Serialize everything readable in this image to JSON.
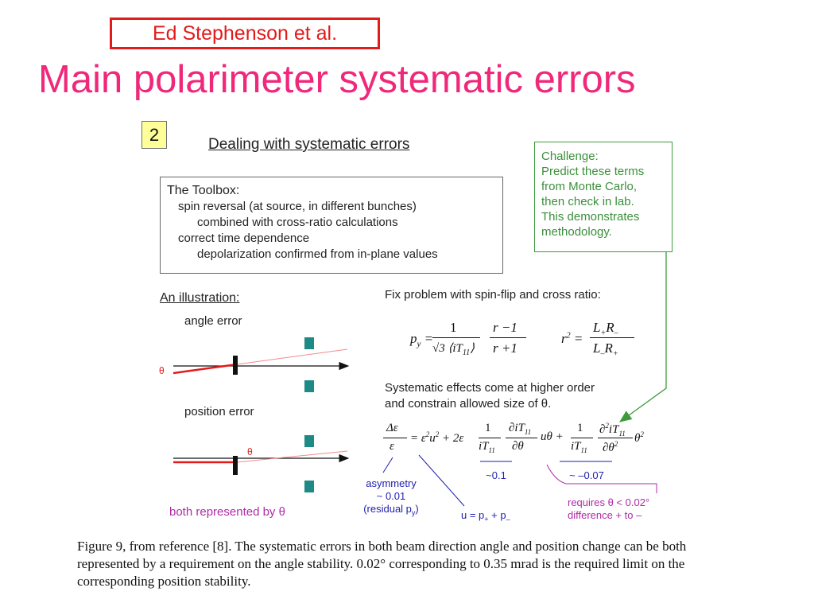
{
  "author": "Ed Stephenson et al.",
  "title": "Main polarimeter systematic errors",
  "slide_number": "2",
  "heading": "Dealing with systematic errors",
  "toolbox": {
    "title": "The Toolbox:",
    "lines": [
      "spin reversal (at source, in different bunches)",
      "combined with cross-ratio calculations",
      "correct time dependence",
      "depolarization confirmed from in-plane values"
    ]
  },
  "challenge": {
    "lines": [
      "Challenge:",
      "Predict these terms",
      "from Monte Carlo,",
      "then check in lab.",
      "This demonstrates",
      "methodology."
    ]
  },
  "illustration": {
    "heading": "An illustration:",
    "angle_error": "angle error",
    "position_error": "position error",
    "theta": "θ",
    "both": "both represented by θ"
  },
  "fix_text": "Fix problem with spin-flip and cross ratio:",
  "systematic_text": [
    "Systematic effects come at higher order",
    "and constrain allowed size of θ."
  ],
  "annotations": {
    "asym1": "asymmetry",
    "asym2": "~ 0.01",
    "asym3": "(residual p",
    "asym3_sub": "y",
    "asym3_end": ")",
    "u_def": "u = p",
    "u_def_sub1": "+",
    "u_def_mid": " + p",
    "u_def_sub2": "–",
    "approx1": "~0.1",
    "approx2": "~ –0.07",
    "req1": "requires θ < 0.02°",
    "req2": "difference + to  –"
  },
  "caption": "Figure 9, from reference [8].  The systematic errors in both beam direction angle and position change can be both represented by a requirement on the angle stability.  0.02° corresponding to 0.35 mrad is the required limit on the corresponding position stability.",
  "colors": {
    "author": "#e21b1b",
    "title": "#f0287a",
    "green": "#3b8f3b",
    "blue": "#1f1fb0",
    "purple": "#b02aa8",
    "target": "#1e8a86"
  }
}
